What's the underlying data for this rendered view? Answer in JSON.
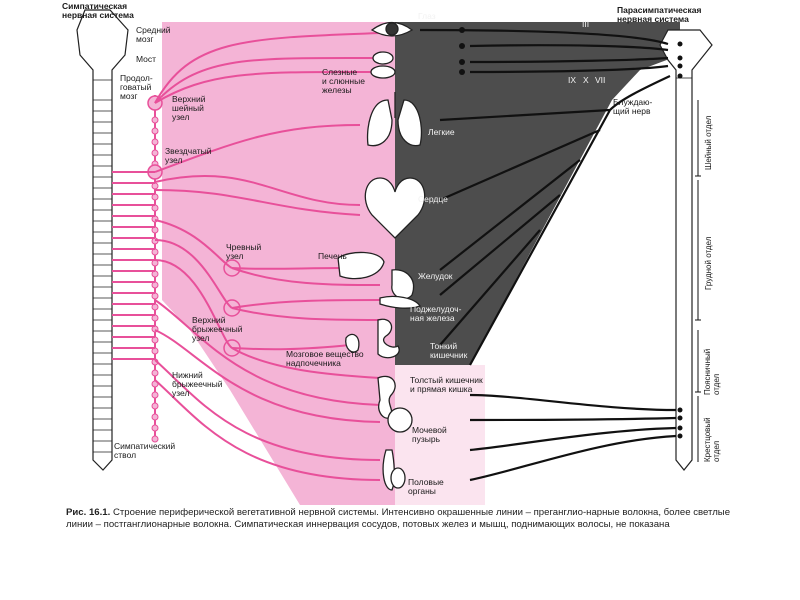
{
  "colors": {
    "pink": "#f2a8cf",
    "pink_line": "#e8509a",
    "gray": "#4a4a4a",
    "dark_line": "#111111"
  },
  "labels": {
    "symp_system": "Симпатическая\nнервная система",
    "parasymp_system": "Парасимпатическая\nнервная система",
    "midbrain": "Средний\nмозг",
    "pons": "Мост",
    "medulla": "Продол-\nговатый\nмозг",
    "sup_cervical": "Верхний\nшейный\nузел",
    "stellate": "Звездчатый\nузел",
    "celiac": "Чревный\nузел",
    "sup_mesenteric": "Верхний\nбрыжеечный\nузел",
    "inf_mesenteric": "Нижний\nбрыжеечный\nузел",
    "symp_trunk": "Симпатический\nствол",
    "eye": "Глаз",
    "glands": "Слезные\nи слюнные\nжелезы",
    "lungs": "Легкие",
    "heart": "Сердце",
    "liver": "Печень",
    "stomach": "Желудок",
    "pancreas": "Поджелудоч-\nная железа",
    "adrenal": "Мозговое вещество\nнадпочечника",
    "small_int": "Тонкий\nкишечник",
    "large_int": "Толстый кишечник\nи прямая кишка",
    "bladder": "Мочевой\nпузырь",
    "genitals": "Половые\nорганы",
    "vagus": "Блуждаю-\nщий нерв",
    "n3": "III",
    "n7": "VII",
    "n9": "IX",
    "n10": "X"
  },
  "sections": {
    "cervical": "Шейный отдел",
    "thoracic": "Грудной отдел",
    "lumbar": "Поясничный\nотдел",
    "sacral": "Крестцовый\nотдел"
  },
  "caption": {
    "lead": "Рис. 16.1.",
    "text": " Строение периферической вегетативной нервной системы. Интенсивно окрашенные линии – преганглио-нарные волокна, более светлые линии – постганглионарные волокна. Симпатическая иннервация сосудов, потовых желез и мышц, поднимающих волосы, не показана"
  }
}
